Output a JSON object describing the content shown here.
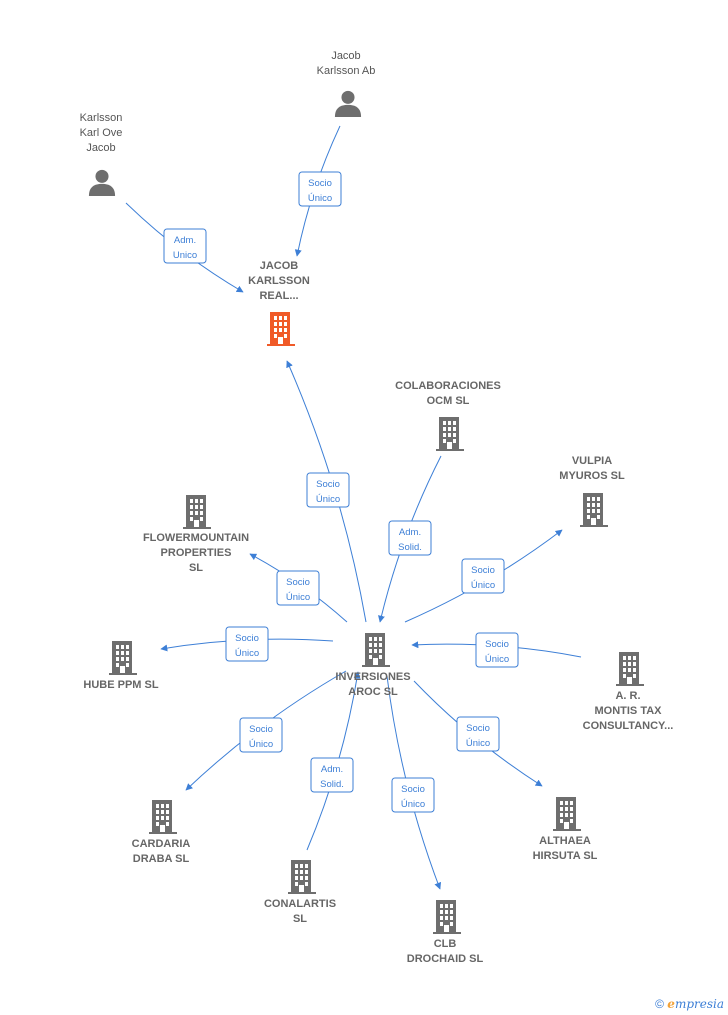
{
  "diagram": {
    "nodes": [
      {
        "id": "jacob-ab",
        "type": "person",
        "lines": [
          "Jacob",
          "Karlsson Ab"
        ]
      },
      {
        "id": "karlsson-karl",
        "type": "person",
        "lines": [
          "Karlsson",
          "Karl Ove",
          "Jacob"
        ]
      },
      {
        "id": "jacob-realestate",
        "type": "company-focus",
        "lines": [
          "JACOB",
          "KARLSSON",
          "REAL..."
        ]
      },
      {
        "id": "colaboraciones",
        "type": "company",
        "lines": [
          "COLABORACIONES",
          "OCM  SL"
        ]
      },
      {
        "id": "vulpia",
        "type": "company",
        "lines": [
          "VULPIA",
          "MYUROS  SL"
        ]
      },
      {
        "id": "flowermountain",
        "type": "company",
        "lines": [
          "FLOWERMOUNTAIN",
          "PROPERTIES",
          "SL"
        ]
      },
      {
        "id": "inversiones",
        "type": "company",
        "lines": [
          "INVERSIONES",
          "AROC  SL"
        ]
      },
      {
        "id": "hube",
        "type": "company",
        "lines": [
          "HUBE PPM  SL"
        ]
      },
      {
        "id": "montis",
        "type": "company",
        "lines": [
          "A.  R.",
          "MONTIS TAX",
          "CONSULTANCY..."
        ]
      },
      {
        "id": "cardaria",
        "type": "company",
        "lines": [
          "CARDARIA",
          "DRABA  SL"
        ]
      },
      {
        "id": "conalartis",
        "type": "company",
        "lines": [
          "CONALARTIS",
          "SL"
        ]
      },
      {
        "id": "clb",
        "type": "company",
        "lines": [
          "CLB",
          "DROCHAID  SL"
        ]
      },
      {
        "id": "althaea",
        "type": "company",
        "lines": [
          "ALTHAEA",
          "HIRSUTA  SL"
        ]
      }
    ],
    "edges": [
      {
        "from": "jacob-ab",
        "to": "jacob-realestate",
        "lines": [
          "Socio",
          "Único"
        ]
      },
      {
        "from": "karlsson-karl",
        "to": "jacob-realestate",
        "lines": [
          "Adm.",
          "Unico"
        ]
      },
      {
        "from": "inversiones",
        "to": "jacob-realestate",
        "lines": [
          "Socio",
          "Único"
        ]
      },
      {
        "from": "colaboraciones",
        "to": "inversiones",
        "lines": [
          "Adm.",
          "Solid."
        ]
      },
      {
        "from": "inversiones",
        "to": "vulpia",
        "lines": [
          "Socio",
          "Único"
        ]
      },
      {
        "from": "inversiones",
        "to": "flowermountain",
        "lines": [
          "Socio",
          "Único"
        ]
      },
      {
        "from": "inversiones",
        "to": "hube",
        "lines": [
          "Socio",
          "Único"
        ]
      },
      {
        "from": "montis",
        "to": "inversiones",
        "lines": [
          "Socio",
          "Único"
        ]
      },
      {
        "from": "inversiones",
        "to": "cardaria",
        "lines": [
          "Socio",
          "Único"
        ]
      },
      {
        "from": "conalartis",
        "to": "inversiones",
        "lines": [
          "Adm.",
          "Solid."
        ]
      },
      {
        "from": "inversiones",
        "to": "clb",
        "lines": [
          "Socio",
          "Único"
        ]
      },
      {
        "from": "inversiones",
        "to": "althaea",
        "lines": [
          "Socio",
          "Único"
        ]
      }
    ],
    "colors": {
      "edge": "#3d7fd6",
      "company": "#6e6e6e",
      "focus": "#f05a28",
      "person": "#6e6e6e"
    }
  },
  "footer": {
    "copyright": "©",
    "brand_e": "e",
    "brand_rest": "mpresia"
  }
}
